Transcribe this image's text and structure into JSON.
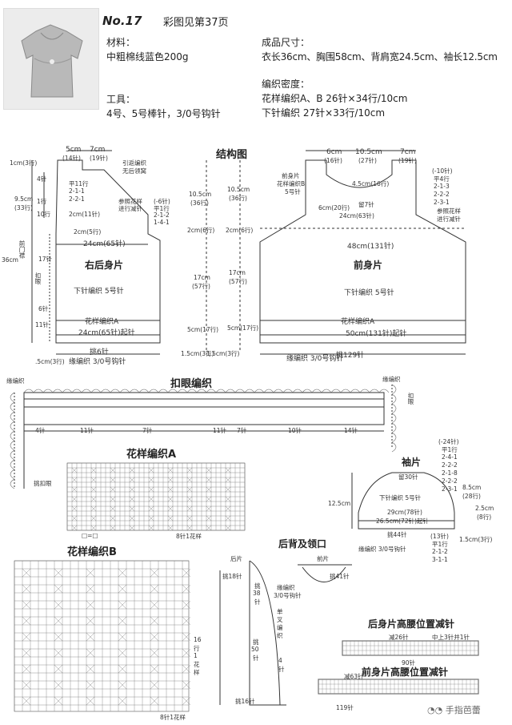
{
  "header": {
    "number": "No.17",
    "ref": "彩图见第37页",
    "material_label": "材料：",
    "material_value": "中粗棉线蓝色200g",
    "tools_label": "工具：",
    "tools_value": "4号、5号棒针，3/0号钩针",
    "size_label": "成品尺寸：",
    "size_value": "衣长36cm、胸围58cm、背肩宽24.5cm、袖长12.5cm",
    "gauge_label": "编织密度：",
    "gauge_a": "花样编织A、B  26针×34行/10cm",
    "gauge_b": "下针编织  27针×33行/10cm"
  },
  "titles": {
    "structure": "结构图",
    "buttonhole": "扣眼编织",
    "pattern_a": "花样编织A",
    "pattern_b": "花样编织B",
    "sleeve": "袖片",
    "back_neck": "后背及领口",
    "back_waist": "后身片高腰位置减针",
    "front_waist": "前身片高腰位置减针"
  },
  "back": {
    "name": "右后身片",
    "body": "下针编织  5号针",
    "pattern_a": "花样编织A",
    "top_5cm": "5cm",
    "top_7cm": "7cm",
    "top_14": "(14针)",
    "top_19": "(19针)",
    "shoulder_note1": "引返编织",
    "shoulder_note2": "无后领窝",
    "m1": "1cm(3行)",
    "m2": "9.5cm",
    "m3": "(33行)",
    "m4": "4针",
    "m5": "1行",
    "m6": "10行",
    "dec1": "平11行",
    "dec2": "2-1-1",
    "dec3": "2-2-1",
    "armhole": "2cm(11针)",
    "note_side1": "参照花样",
    "note_side2": "进行减针",
    "dec4": "(-6针)",
    "dec5": "平1行",
    "dec6": "2-1-2",
    "dec7": "1-4-1",
    "yoke": "2cm(5行)",
    "w24": "24cm(65针)",
    "w24b": "24cm(65针)起针",
    "left_len": "36cm",
    "left_v": "前门襟",
    "side_a": "17针",
    "side_b": "扣眼",
    "side_c": "6针",
    "side_d": "11针",
    "bot1": "挑6针",
    "bot2": "缘编织  3/0号钩针",
    "bot3": ".5cm(3行)"
  },
  "mid": {
    "a1": "10.5cm",
    "a2": "(36行)",
    "b1": "10.5cm",
    "b2": "(36行)",
    "c1": "2cm(6行)",
    "c2": "2cm(6行)",
    "d1": "17cm",
    "d2": "(57行)",
    "e1": "17cm",
    "e2": "(57行)",
    "f1": "5cm(17行)",
    "f2": "5cm(17行)",
    "g1": "1.5cm(3行)",
    "g2": "1.5cm(3行)"
  },
  "front": {
    "name": "前身片",
    "body": "下针编织  5号针",
    "pattern_a": "花样编织A",
    "t1": "6cm",
    "t2": "(16针)",
    "t3": "10.5cm",
    "t4": "(27针)",
    "t5": "7cm",
    "t6": "(19针)",
    "neck1": "前身片",
    "neck2": "花样编织B",
    "neck3": "5号针",
    "neck4": "4.5cm(16行)",
    "neck5": "留7针",
    "neck6": "6cm(20行)",
    "neck7": "24cm(63针)",
    "w48": "48cm(131针)",
    "w50": "50cm(131针)起针",
    "r1": "(-10针)",
    "r2": "平4行",
    "r3": "2-1-3",
    "r4": "2-2-2",
    "r5": "2-3-1",
    "r6": "参照花样",
    "r7": "进行减针",
    "bot1": "缘编织  3/0号钩针",
    "bot2": "挑129针"
  },
  "buttonhole": {
    "edge_left": "缘编织",
    "edge_right": "缘编织",
    "hole": "扣眼",
    "counts": [
      "4针",
      "11针",
      "7针",
      "11针",
      "7针",
      "10针",
      "14针"
    ]
  },
  "pattern_a": {
    "note": "挑扣眼",
    "bottom": "8针1花样",
    "sym": "□=□"
  },
  "sleeve": {
    "top": "留30针",
    "body": "下针编织  5号针",
    "w29": "29cm(78针)",
    "w26": "26.5cm(72针)起针",
    "pick": "挑44针",
    "edge": "缘编织  3/0号钩针",
    "h": "12.5cm",
    "r1": "(-24针)",
    "r2": "平1行",
    "r3": "2-4-1",
    "r4": "2-2-2",
    "r5": "2-1-8",
    "r6": "2-2-2",
    "r7": "2-3-1",
    "h85a": "8.5cm",
    "h85b": "(28行)",
    "h25a": "2.5cm",
    "h25b": "(8行)",
    "h15": "1.5cm(3行)",
    "l1": "(13针)",
    "l2": "平1行",
    "l3": "2-1-2",
    "l4": "3-1-1"
  },
  "pattern_b": {
    "side1": "16",
    "side2": "行",
    "side3": "1",
    "side4": "花",
    "side5": "样",
    "bottom": "8针1花样"
  },
  "back_neck": {
    "back_lbl": "后片",
    "front_lbl": "前片",
    "pick18": "挑18针",
    "pick41": "挑41针",
    "v1": "挑",
    "v2": "38",
    "v3": "针",
    "edge": "缘编织",
    "hook": "3/0号钩针",
    "v4": "单",
    "v5": "叉",
    "v6": "编",
    "v7": "织",
    "v8": "挑",
    "v9": "50",
    "v10": "针",
    "v11": "4",
    "v12": "针",
    "bottom": "挑16针"
  },
  "waist_back": {
    "a": "减26针",
    "b": "中上3针并1针",
    "bottom": "90针"
  },
  "waist_front": {
    "a": "减63针",
    "bottom": "119针"
  },
  "watermark": "手指芭蕾"
}
